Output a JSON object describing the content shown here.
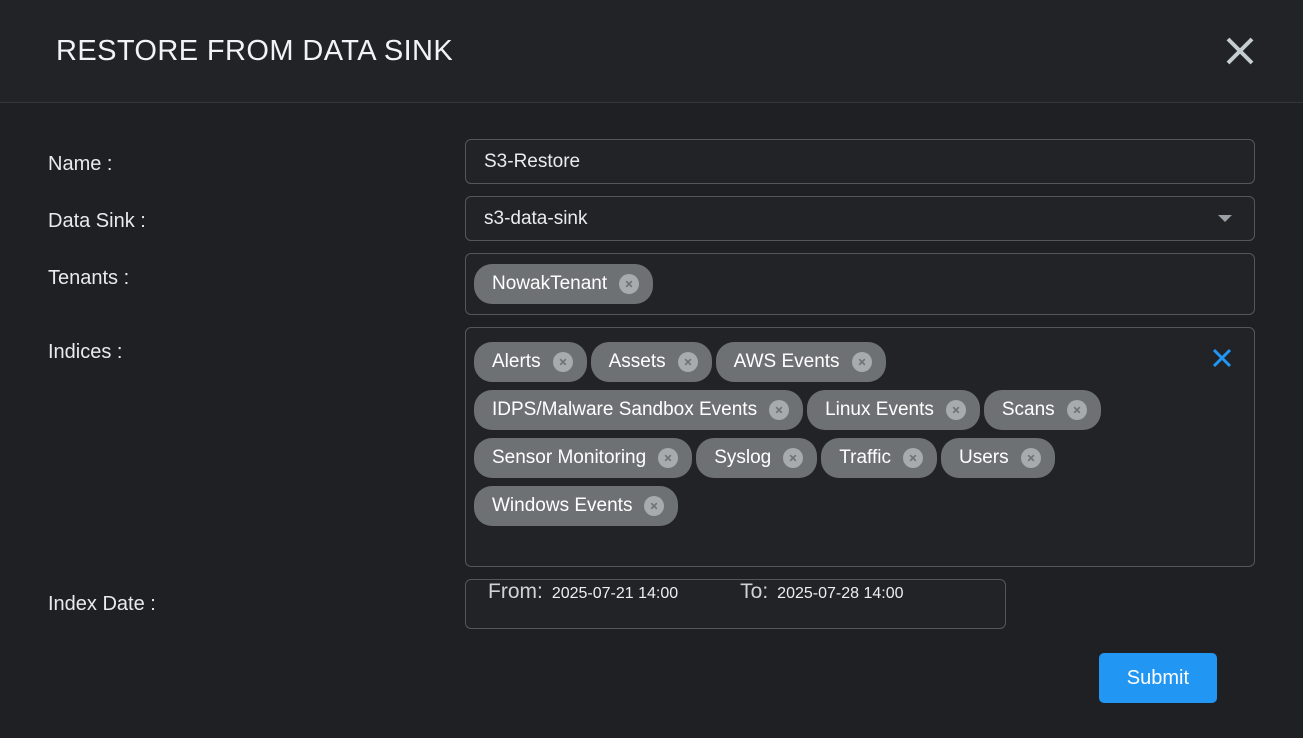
{
  "dialog": {
    "title": "RESTORE FROM DATA SINK",
    "close_icon": "close-icon"
  },
  "colors": {
    "accent": "#2196f3",
    "background": "#1e2023",
    "header_background": "#212326",
    "field_border": "#53575c",
    "chip_background": "#6e7174",
    "close_icon": "#c5cdd1"
  },
  "form": {
    "name": {
      "label": "Name :",
      "value": "S3-Restore"
    },
    "data_sink": {
      "label": "Data Sink :",
      "value": "s3-data-sink",
      "caret_icon": "chevron-down-icon"
    },
    "tenants": {
      "label": "Tenants :",
      "chips": [
        "NowakTenant"
      ]
    },
    "indices": {
      "label": "Indices :",
      "clear_icon": "clear-all-icon",
      "chips": [
        "Alerts",
        "Assets",
        "AWS Events",
        "IDPS/Malware Sandbox Events",
        "Linux Events",
        "Scans",
        "Sensor Monitoring",
        "Syslog",
        "Traffic",
        "Users",
        "Windows Events"
      ]
    },
    "index_date": {
      "label": "Index Date :",
      "from_label": "From:",
      "from_value": "2025-07-21 14:00",
      "to_label": "To:",
      "to_value": "2025-07-28 14:00"
    }
  },
  "footer": {
    "submit_label": "Submit"
  }
}
